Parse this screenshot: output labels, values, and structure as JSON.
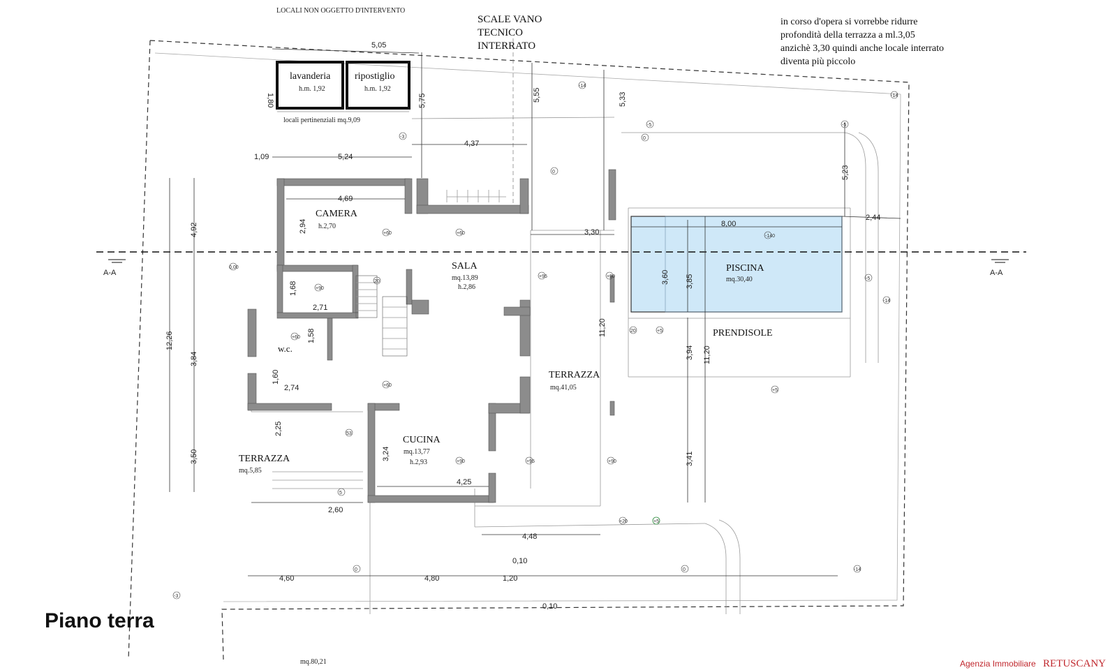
{
  "notes": {
    "locali_non_oggetto": "LOCALI NON OGGETTO D'INTERVENTO",
    "scale_line1": "SCALE VANO",
    "scale_line2": "TECNICO",
    "scale_line3": "INTERRATO",
    "corso_line1": "in corso d'opera si vorrebbe ridurre",
    "corso_line2": "profondità della terrazza a ml.3,05",
    "corso_line3": "anzichè 3,30 quindi anche locale interrato",
    "corso_line4": "diventa più piccolo",
    "pertinenziali": "locali pertinenziali mq.9,09",
    "total_area": "mq.80,21"
  },
  "rooms": {
    "lavanderia": {
      "name": "lavanderia",
      "height": "h.m. 1,92"
    },
    "ripostiglio": {
      "name": "ripostiglio",
      "height": "h.m. 1,92"
    },
    "camera": {
      "name": "CAMERA",
      "height": "h.2,70"
    },
    "sala": {
      "name": "SALA",
      "area": "mq.13,89",
      "height": "h.2,86"
    },
    "piscina": {
      "name": "PISCINA",
      "area": "mq.30,40"
    },
    "prendisole": {
      "name": "PRENDISOLE"
    },
    "wc": {
      "name": "w.c."
    },
    "terrazza_big": {
      "name": "TERRAZZA",
      "area": "mq.41,05"
    },
    "cucina": {
      "name": "CUCINA",
      "area": "mq.13,77",
      "height": "h.2,93"
    },
    "terrazza_small": {
      "name": "TERRAZZA",
      "area": "mq.5,85"
    }
  },
  "section": {
    "left": "A-A",
    "right": "A-A"
  },
  "dims": {
    "d505": "5,05",
    "d180": "1,80",
    "d575": "5,75",
    "d555": "5,55",
    "d533": "5,33",
    "d437": "4,37",
    "d109": "1,09",
    "d524": "5,24",
    "d469": "4,69",
    "d294": "2,94",
    "d330": "3,30",
    "d800": "8,00",
    "d244": "2,44",
    "d523": "5,23",
    "d492": "4,92",
    "d1226": "12,26",
    "d384": "3,84",
    "d350": "3,50",
    "d168": "1,68",
    "d271": "2,71",
    "d158": "1,58",
    "d160": "1,60",
    "d274": "2,74",
    "d225": "2,25",
    "d324": "3,24",
    "d425": "4,25",
    "d260": "2,60",
    "d1120a": "11,20",
    "d360": "3,60",
    "d385": "3,85",
    "d394": "3,94",
    "d1120b": "11,20",
    "d341": "3,41",
    "d448": "4,48",
    "d010a": "0,10",
    "d460": "4,60",
    "d480": "4,80",
    "d120": "1,20",
    "d010b": "0,10"
  },
  "levels": {
    "l1": "-14",
    "l2": "-14",
    "l3": "-3",
    "l4": "0",
    "l5": "-5",
    "l6": "-5",
    "l7": "0",
    "l8": "+60",
    "l9": "+60",
    "l10": "0,00",
    "l11": "-140",
    "l12": "+95",
    "l13": "+90",
    "l14": "+90",
    "l15": "+60",
    "l16": "20",
    "l17": "-5",
    "l18": "-14",
    "l19": "20",
    "l20": "+5",
    "l21": "+60",
    "l22": "+5",
    "l23": "53",
    "l24": "+90",
    "l25": "+95",
    "l26": "+90",
    "l27": "5",
    "l28": "+20",
    "l29": "+5",
    "l30": "0",
    "l31": "0",
    "l32": "-14",
    "l33": "-3"
  },
  "title": "Piano terra",
  "watermark": {
    "prefix": "Agenzia Immobiliare",
    "brand": "RETUSCANY"
  },
  "colors": {
    "pool": "#cfe8f8",
    "walls": "#8c8c8c",
    "brand": "#c0272d"
  }
}
